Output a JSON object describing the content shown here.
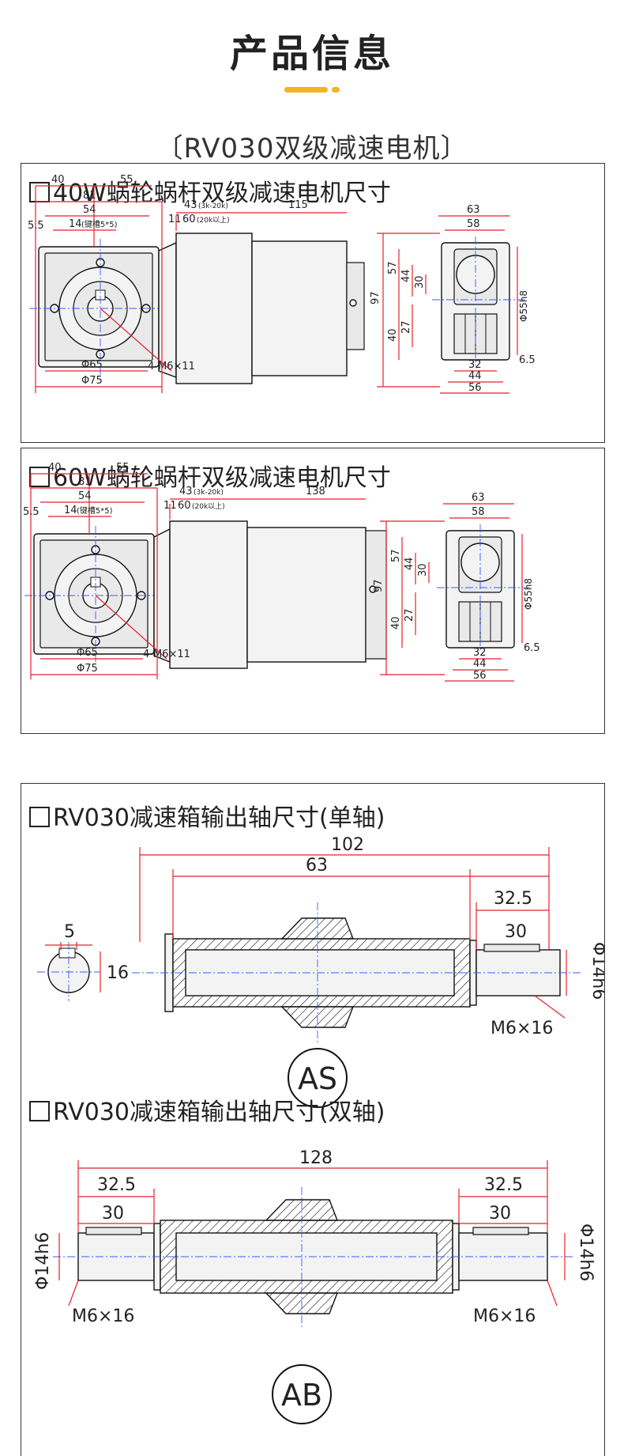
{
  "header": {
    "title": "产品信息",
    "accent_color": "#f2b324"
  },
  "model_title": "〔RV030双级减速电机〕",
  "motor_panels": [
    {
      "heading": "40W蜗轮蜗杆双级减速电机尺寸",
      "dims": {
        "d40": "40",
        "d81": "81",
        "d55": "55",
        "d54": "54",
        "d5_5": "5.5",
        "d14": "14",
        "key": "(键槽5*5)",
        "d43": "43",
        "d43s": "(3k-20k)",
        "d11": "11",
        "d60": "60",
        "d60s": "(20k以上)",
        "dlen": "115",
        "d65": "Φ65",
        "d75": "Φ75",
        "bolt": "4-M6×11",
        "d97": "97",
        "d57": "57",
        "d44v": "44",
        "d30": "30",
        "d27": "27",
        "d40v": "40",
        "d63": "63",
        "d58": "58",
        "d55h8": "Φ55h8",
        "d6_5": "6.5",
        "d32": "32",
        "d44h": "44",
        "d56": "56"
      }
    },
    {
      "heading": "60W蜗轮蜗杆双级减速电机尺寸",
      "dims": {
        "d40": "40",
        "d81": "81",
        "d55": "55",
        "d54": "54",
        "d5_5": "5.5",
        "d14": "14",
        "key": "(键槽5*5)",
        "d43": "43",
        "d43s": "(3k-20k)",
        "d11": "11",
        "d60": "60",
        "d60s": "(20k以上)",
        "dlen": "138",
        "d65": "Φ65",
        "d75": "Φ75",
        "bolt": "4-M6×11",
        "d97": "97",
        "d57": "57",
        "d44v": "44",
        "d30": "30",
        "d27": "27",
        "d40v": "40",
        "d63": "63",
        "d58": "58",
        "d55h8": "Φ55h8",
        "d6_5": "6.5",
        "d32": "32",
        "d44h": "44",
        "d56": "56"
      }
    }
  ],
  "shaft_single": {
    "heading": "RV030减速箱输出轴尺寸(单轴)",
    "dims": {
      "total": "102",
      "d63": "63",
      "d32_5": "32.5",
      "d30": "30",
      "phi": "Φ14h6",
      "thread": "M6×16",
      "key_w": "5",
      "key_h": "16"
    },
    "badge": "AS"
  },
  "shaft_double": {
    "heading": "RV030减速箱输出轴尺寸(双轴)",
    "dims": {
      "total": "128",
      "left32_5": "32.5",
      "right32_5": "32.5",
      "left30": "30",
      "right30": "30",
      "phi_left": "Φ14h6",
      "phi_right": "Φ14h6",
      "thread_left": "M6×16",
      "thread_right": "M6×16"
    },
    "badge": "AB"
  }
}
